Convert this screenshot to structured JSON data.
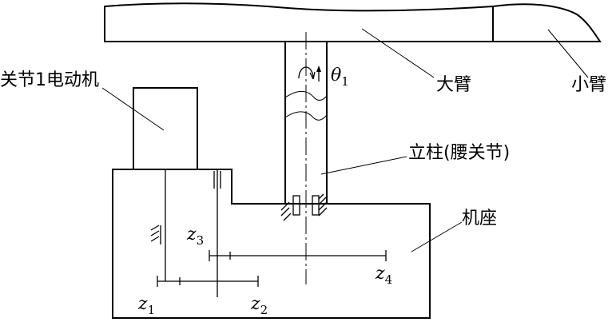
{
  "labels": {
    "motor": "关节1电动机",
    "big_arm": "大臂",
    "small_arm": "小臂",
    "column": "立柱(腰关节)",
    "base": "机座"
  },
  "symbols": {
    "theta": {
      "main": "θ",
      "sub": "1"
    },
    "z1": {
      "main": "z",
      "sub": "1"
    },
    "z2": {
      "main": "z",
      "sub": "2"
    },
    "z3": {
      "main": "z",
      "sub": "3"
    },
    "z4": {
      "main": "z",
      "sub": "4"
    }
  }
}
